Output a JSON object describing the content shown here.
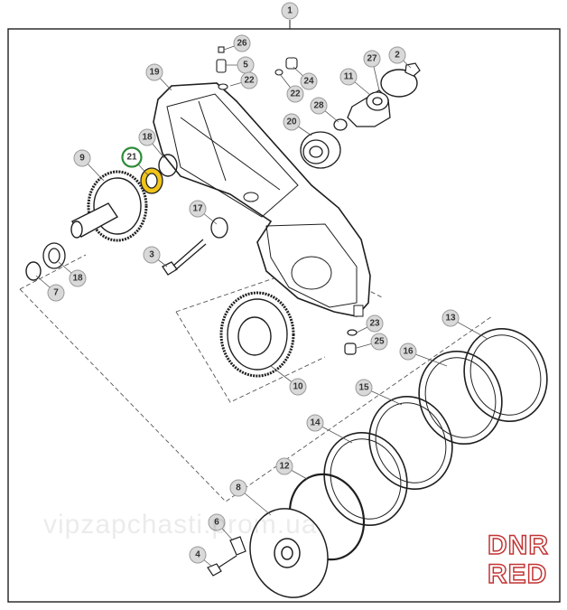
{
  "diagram": {
    "frame_callout": "1",
    "callouts": [
      "26",
      "5",
      "22",
      "24",
      "22",
      "2",
      "27",
      "11",
      "19",
      "28",
      "20",
      "18",
      "21",
      "9",
      "17",
      "3",
      "18",
      "7",
      "23",
      "25",
      "13",
      "16",
      "10",
      "15",
      "14",
      "12",
      "8",
      "6",
      "4"
    ],
    "highlight_callout": "21",
    "colors": {
      "line": "#1f1f1f",
      "callout_fill": "#d9d9d9",
      "callout_text": "#333333",
      "highlight_ring": "#2e8b3a",
      "highlight_part": "#f0c419"
    }
  },
  "watermark": {
    "text": "vipzapchasti.prom.ua"
  },
  "brand": {
    "line1": "DNR",
    "line2": "RED",
    "color": "#c23434"
  }
}
